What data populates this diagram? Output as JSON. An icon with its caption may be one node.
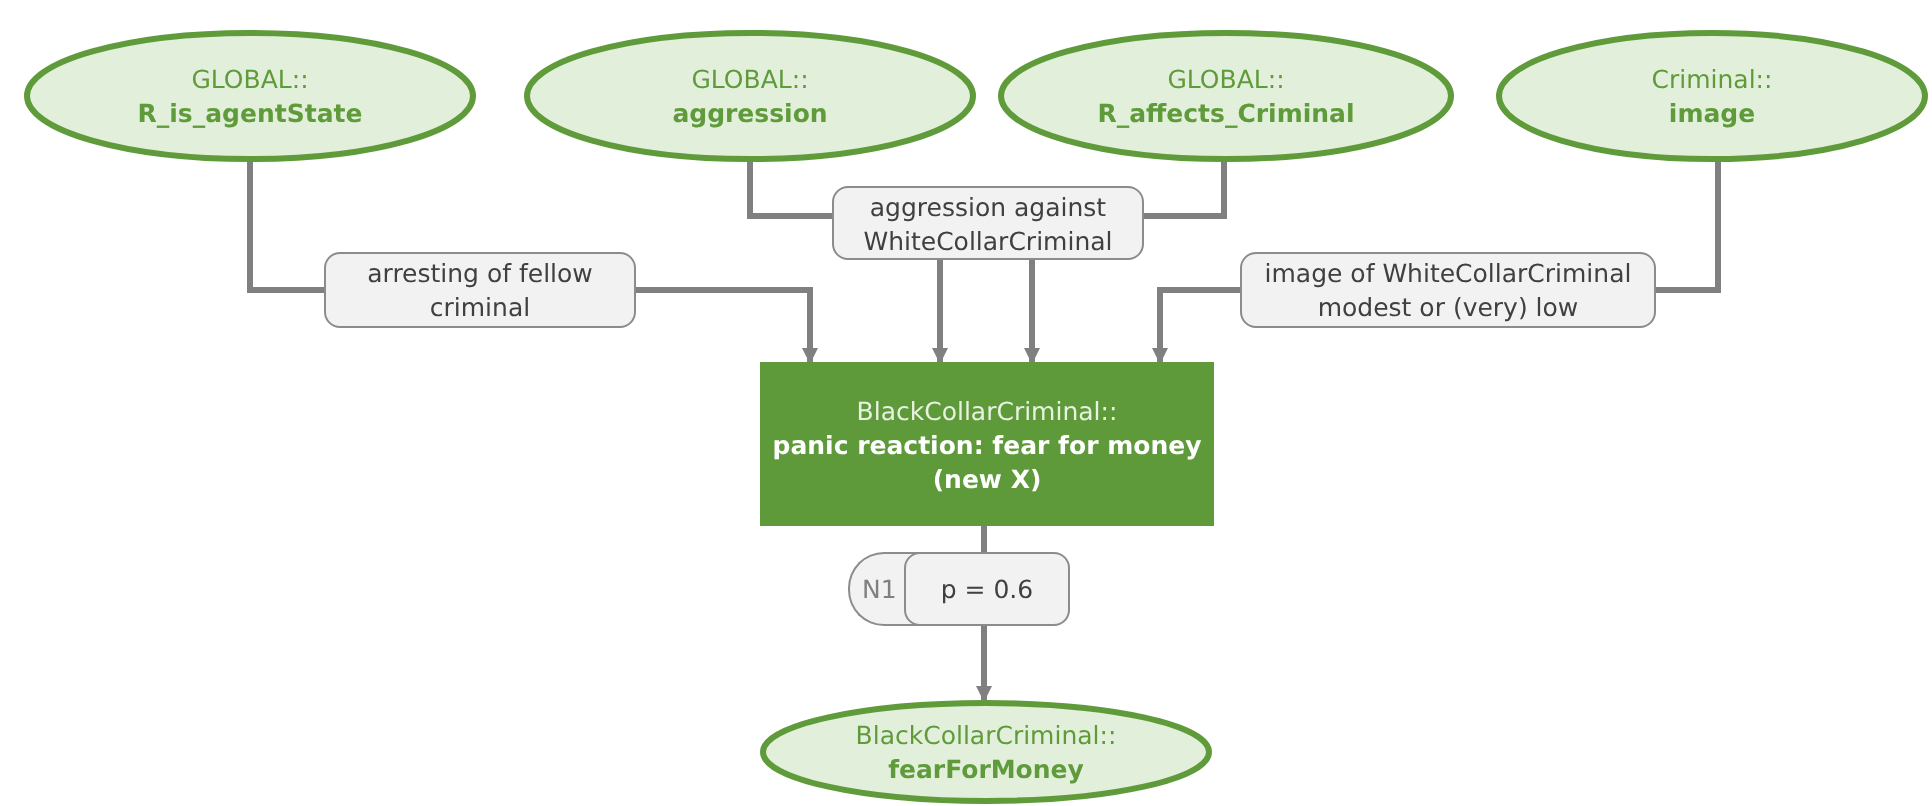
{
  "diagram": {
    "nodes": [
      {
        "text": [
          "GLOBAL::",
          "R_is_agentState"
        ]
      },
      {
        "text": [
          "GLOBAL::",
          "aggression"
        ]
      },
      {
        "text": [
          "GLOBAL::",
          "R_affects_Criminal"
        ]
      },
      {
        "text": [
          "Criminal::",
          "image"
        ]
      },
      {
        "text": [
          "BlackCollarCriminal::",
          "panic reaction: fear for money (new X)"
        ]
      },
      {
        "text": [
          "BlackCollarCriminal::",
          "fearForMoney"
        ]
      }
    ],
    "edges": [
      {
        "from": 0,
        "to": 4,
        "arrow": "to",
        "label": "arresting of fellow criminal"
      },
      {
        "from": 1,
        "to": 4,
        "arrow": "to",
        "label": "aggression against WhiteCollarCriminal"
      },
      {
        "from": 2,
        "to": 4,
        "arrow": "to"
      },
      {
        "from": 3,
        "to": 4,
        "arrow": "to",
        "label": "image of WhiteCollarCriminal modest or (very) low"
      },
      {
        "from": 4,
        "to": 5,
        "arrow": "to",
        "label": "p = 0.6"
      }
    ],
    "labels": [
      "N1"
    ]
  }
}
